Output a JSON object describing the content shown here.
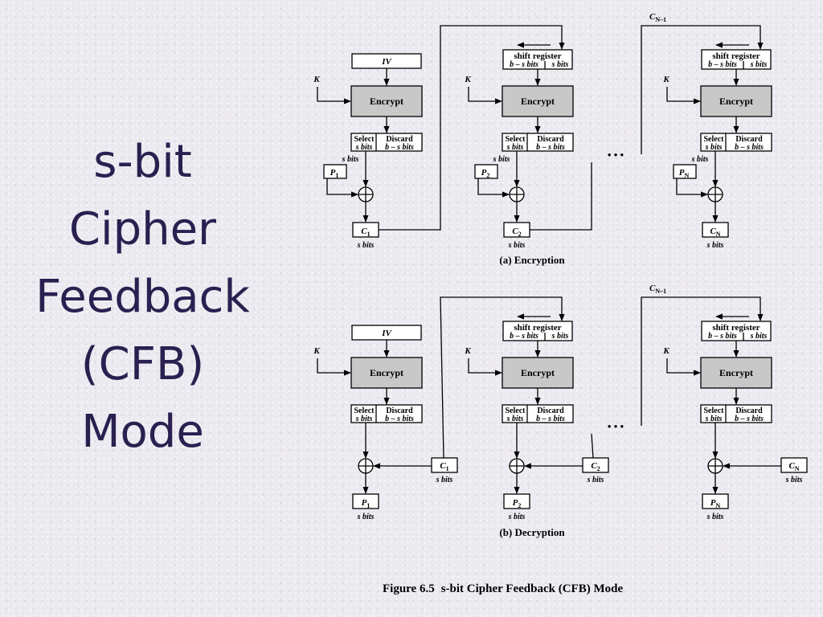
{
  "slide_title": {
    "line1": "s-bit",
    "line2": "Cipher",
    "line3": "Feedback",
    "line4": "(CFB)",
    "line5": "Mode"
  },
  "figure": {
    "caption_number": "Figure 6.5",
    "caption_text": "s-bit Cipher Feedback (CFB) Mode",
    "encryption_label": "(a) Encryption",
    "decryption_label": "(b) Decryption",
    "iv": "IV",
    "key": "K",
    "encrypt": "Encrypt",
    "shift_register": "shift register",
    "shift_left": "b – s bits",
    "shift_right": "s bits",
    "select": "Select",
    "select_bits": "s bits",
    "discard": "Discard",
    "discard_bits": "b – s bits",
    "s_bits": "s bits",
    "ellipsis": "• • •",
    "feedback_label": "C",
    "feedback_sub": "N–1",
    "plaintext": [
      "P",
      "P",
      "P"
    ],
    "plaintext_sub": [
      "1",
      "2",
      "N"
    ],
    "ciphertext": [
      "C",
      "C",
      "C"
    ],
    "ciphertext_sub": [
      "1",
      "2",
      "N"
    ]
  }
}
